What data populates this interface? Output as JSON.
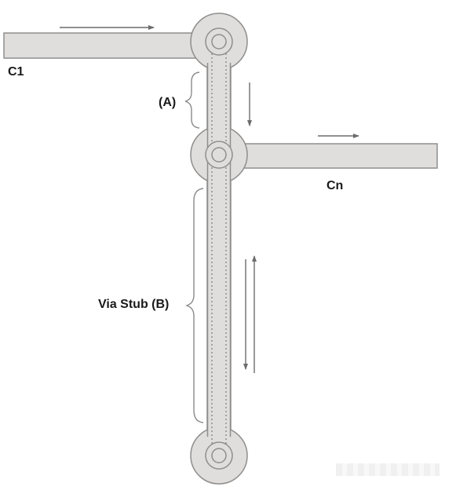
{
  "labels": {
    "c1": "C1",
    "cn": "Cn",
    "segment_a": "(A)",
    "via_stub": "Via Stub (B)"
  },
  "colors": {
    "copper_fill": "#e0dedd",
    "copper_stroke": "#8f8e8d",
    "barrel_dots": "#7a7a7a",
    "arrow": "#6c6c6c",
    "brace": "#8a8a8a",
    "text": "#1a1a1a"
  }
}
